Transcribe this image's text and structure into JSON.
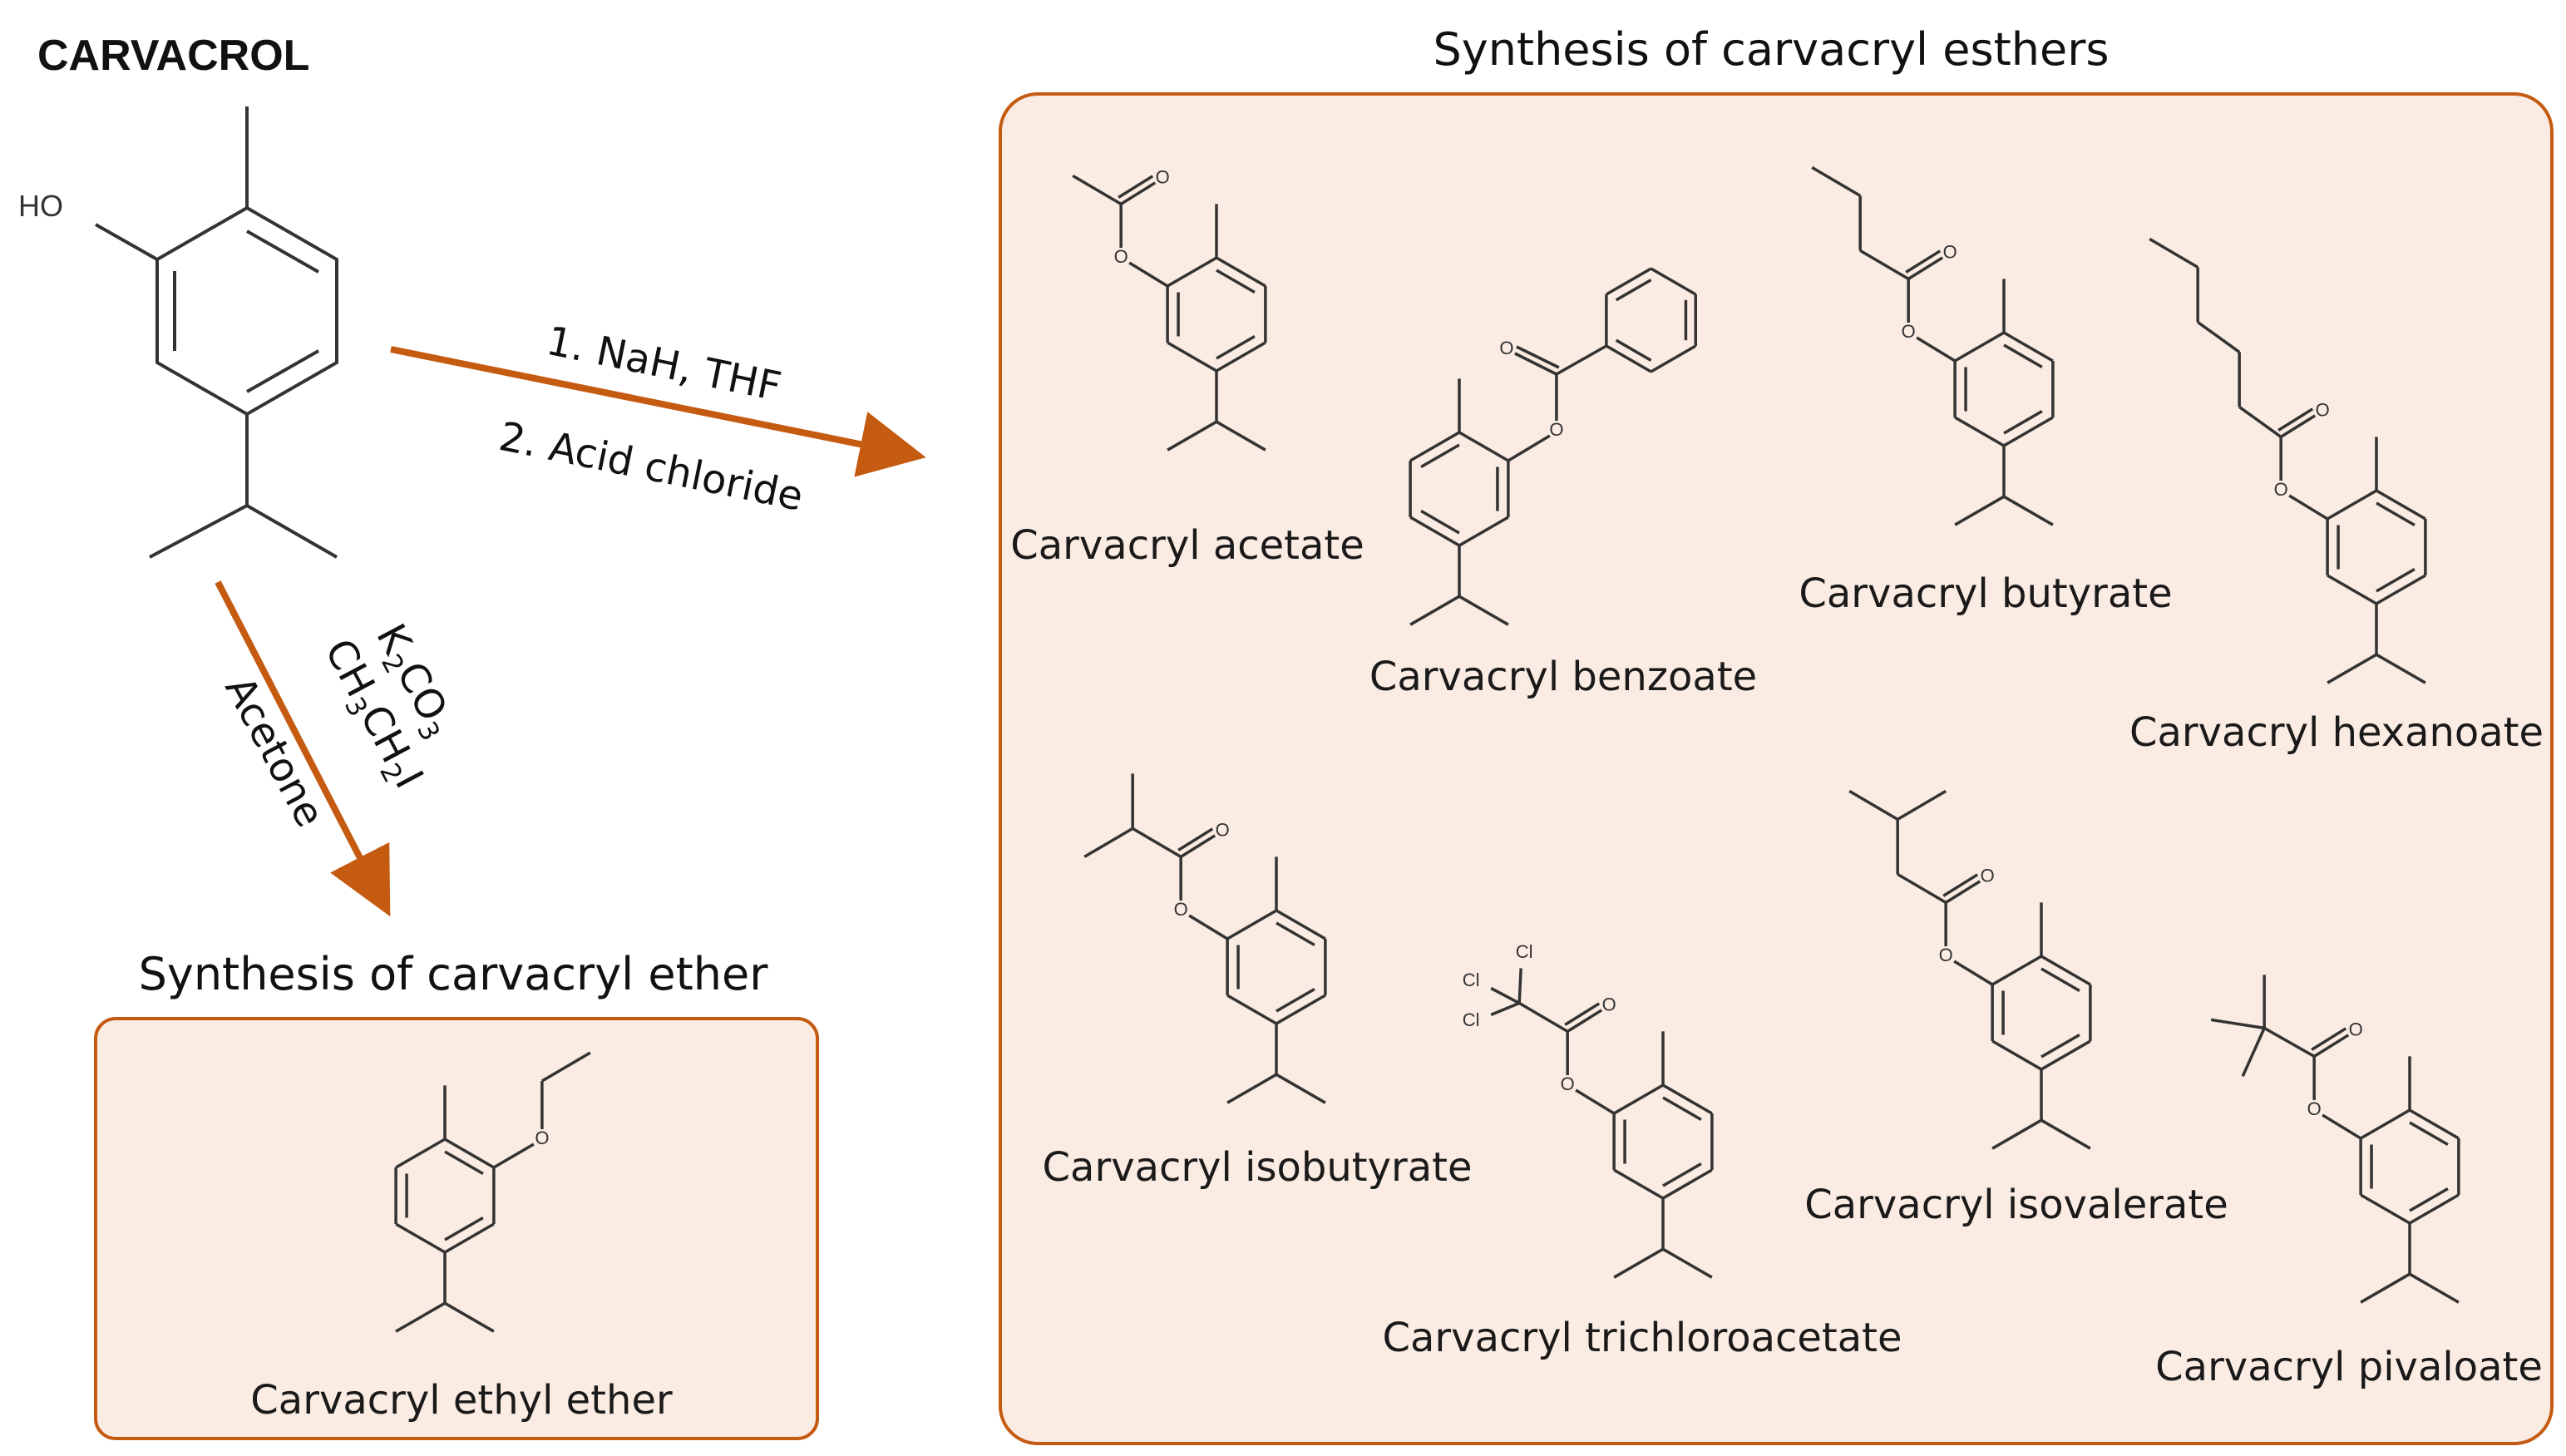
{
  "reactant": {
    "name": "CARVACROL",
    "ho": "HO"
  },
  "ester_section": {
    "title": "Synthesis of carvacryl esthers",
    "compounds": [
      {
        "name": "Carvacryl acetate"
      },
      {
        "name": "Carvacryl benzoate"
      },
      {
        "name": "Carvacryl butyrate"
      },
      {
        "name": "Carvacryl hexanoate"
      },
      {
        "name": "Carvacryl isobutyrate"
      },
      {
        "name": "Carvacryl trichloroacetate"
      },
      {
        "name": "Carvacryl isovalerate"
      },
      {
        "name": "Carvacryl pivaloate"
      }
    ]
  },
  "ether_section": {
    "title": "Synthesis of carvacryl ether",
    "compound": {
      "name": "Carvacryl ethyl ether"
    }
  },
  "ester_conditions": {
    "step1": "1. NaH, THF",
    "step2": "2. Acid chloride"
  },
  "ether_conditions": {
    "reagent1": {
      "main": "K",
      "sub1": "2",
      "mid": "CO",
      "sub2": "3"
    },
    "reagent2": {
      "a": "CH",
      "s1": "3",
      "b": "CH",
      "s2": "2",
      "c": "I"
    },
    "solvent": "Acetone"
  },
  "atoms": {
    "o": "O",
    "cl": "Cl"
  },
  "colors": {
    "arrow": "#C55A11",
    "box_fill": "#FBECE3",
    "box_stroke": "#C55A11",
    "bond": "#333333"
  }
}
